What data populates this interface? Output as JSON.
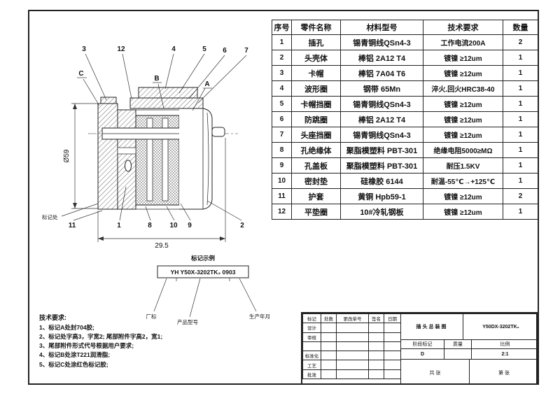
{
  "bom": {
    "headers": {
      "no": "序号",
      "name": "零件名称",
      "material": "材料型号",
      "req": "技术要求",
      "qty": "数量"
    },
    "rows": [
      {
        "no": "1",
        "name": "插孔",
        "material": "锡青铜线QSn4-3",
        "req": "工作电流200A",
        "qty": "2"
      },
      {
        "no": "2",
        "name": "头壳体",
        "material": "棒铝 2A12  T4",
        "req": "镀镍 ≥12um",
        "qty": "1"
      },
      {
        "no": "3",
        "name": "卡帽",
        "material": "棒铝 7A04  T6",
        "req": "镀镍 ≥12um",
        "qty": "1"
      },
      {
        "no": "4",
        "name": "波形圈",
        "material": "钢带 65Mn",
        "req": "淬火.回火HRC38-40",
        "qty": "1"
      },
      {
        "no": "5",
        "name": "卡帽挡圈",
        "material": "锡青铜线QSn4-3",
        "req": "镀镍 ≥12um",
        "qty": "1"
      },
      {
        "no": "6",
        "name": "防跳圈",
        "material": "棒铝 2A12  T4",
        "req": "镀镍 ≥12um",
        "qty": "1"
      },
      {
        "no": "7",
        "name": "头座挡圈",
        "material": "锡青铜线QSn4-3",
        "req": "镀镍 ≥12um",
        "qty": "1"
      },
      {
        "no": "8",
        "name": "孔绝缘体",
        "material": "聚脂模塑料 PBT-301",
        "req": "绝缘电阻5000≥MΩ",
        "qty": "1"
      },
      {
        "no": "9",
        "name": "孔盖板",
        "material": "聚脂模塑料 PBT-301",
        "req": "耐压1.5KV",
        "qty": "1"
      },
      {
        "no": "10",
        "name": "密封垫",
        "material": "硅橡胶 6144",
        "req": "耐温-55℃→+125℃",
        "qty": "1"
      },
      {
        "no": "11",
        "name": "护套",
        "material": "黄铜 Hpb59-1",
        "req": "镀镍 ≥12um",
        "qty": "2"
      },
      {
        "no": "12",
        "name": "平垫圈",
        "material": "10#冷轧钢板",
        "req": "镀镍 ≥12um",
        "qty": "1"
      }
    ]
  },
  "drawing": {
    "callouts_top": [
      "3",
      "12",
      "4",
      "5",
      "6",
      "7"
    ],
    "callout_letters": [
      "C",
      "B",
      "A"
    ],
    "callouts_bottom": [
      "11",
      "1",
      "8",
      "10",
      "9",
      "2"
    ],
    "dim_diameter": "Ø59",
    "dim_length": "29.5",
    "mark_note": "标记处"
  },
  "marking": {
    "title": "标记示例",
    "code": "YH  Y50X-3202TK₂  0903",
    "label_factory": "厂标",
    "label_model": "产品型号",
    "label_date": "生产年月"
  },
  "tech_notes": {
    "title": "技术要求:",
    "items": [
      "1、标记A处封704胶;",
      "2、标记处字高3，字宽2; 尾部附件字高2，宽1;",
      "3、尾部附件形式代号根据用户要求;",
      "4、标记B处涂T221润滑脂;",
      "5、标记C处涂红色标记胶;"
    ]
  },
  "titleblock": {
    "drawing_title": "插头总装图",
    "part_number": "Y50DX-3202TK₂",
    "sig_header": [
      "标记",
      "处数",
      "更改单号",
      "签名",
      "日期"
    ],
    "sig_rows": [
      "设计",
      "审核",
      "",
      "标准化",
      "工艺",
      "批准"
    ],
    "stage_label": "阶段标记",
    "mass_label": "质量",
    "scale_label": "比例",
    "stage_value": "D",
    "scale_value": "2:1",
    "sheets_total": "共  张",
    "sheet_no": "第  张"
  }
}
